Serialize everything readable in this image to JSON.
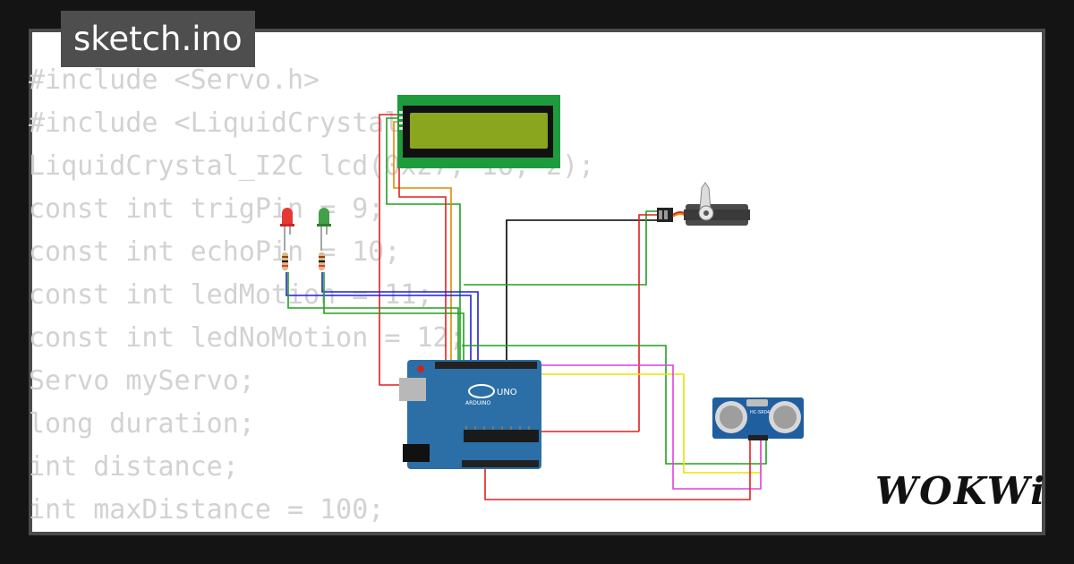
{
  "file_tab": {
    "label": "sketch.ino"
  },
  "code_lines": [
    "#include <Servo.h>",
    "#include <LiquidCrystal_I2C.h>",
    "LiquidCrystal_I2C lcd(0x27, 16, 2);",
    "const int trigPin = 9;",
    "const int echoPin = 10;",
    "const int ledMotion = 11;",
    "const int ledNoMotion = 12;",
    "Servo myServo;",
    "long duration;",
    "int distance;",
    "int maxDistance = 100;"
  ],
  "components": {
    "arduino": {
      "brand": "ARDUINO",
      "model": "UNO"
    },
    "ultrasonic": {
      "model": "HC-SR04"
    },
    "led_red": {
      "color": "#e53935"
    },
    "led_green": {
      "color": "#43a047"
    },
    "lcd": {
      "backlight": "#8aa51e"
    },
    "servo": {
      "color": "#333333"
    }
  },
  "wire_colors": [
    "#1f1fd6",
    "#21a021",
    "#e02020",
    "#e040e0",
    "#f0e000",
    "#000000",
    "#e08a00"
  ],
  "brand_logo": "WOKWi"
}
